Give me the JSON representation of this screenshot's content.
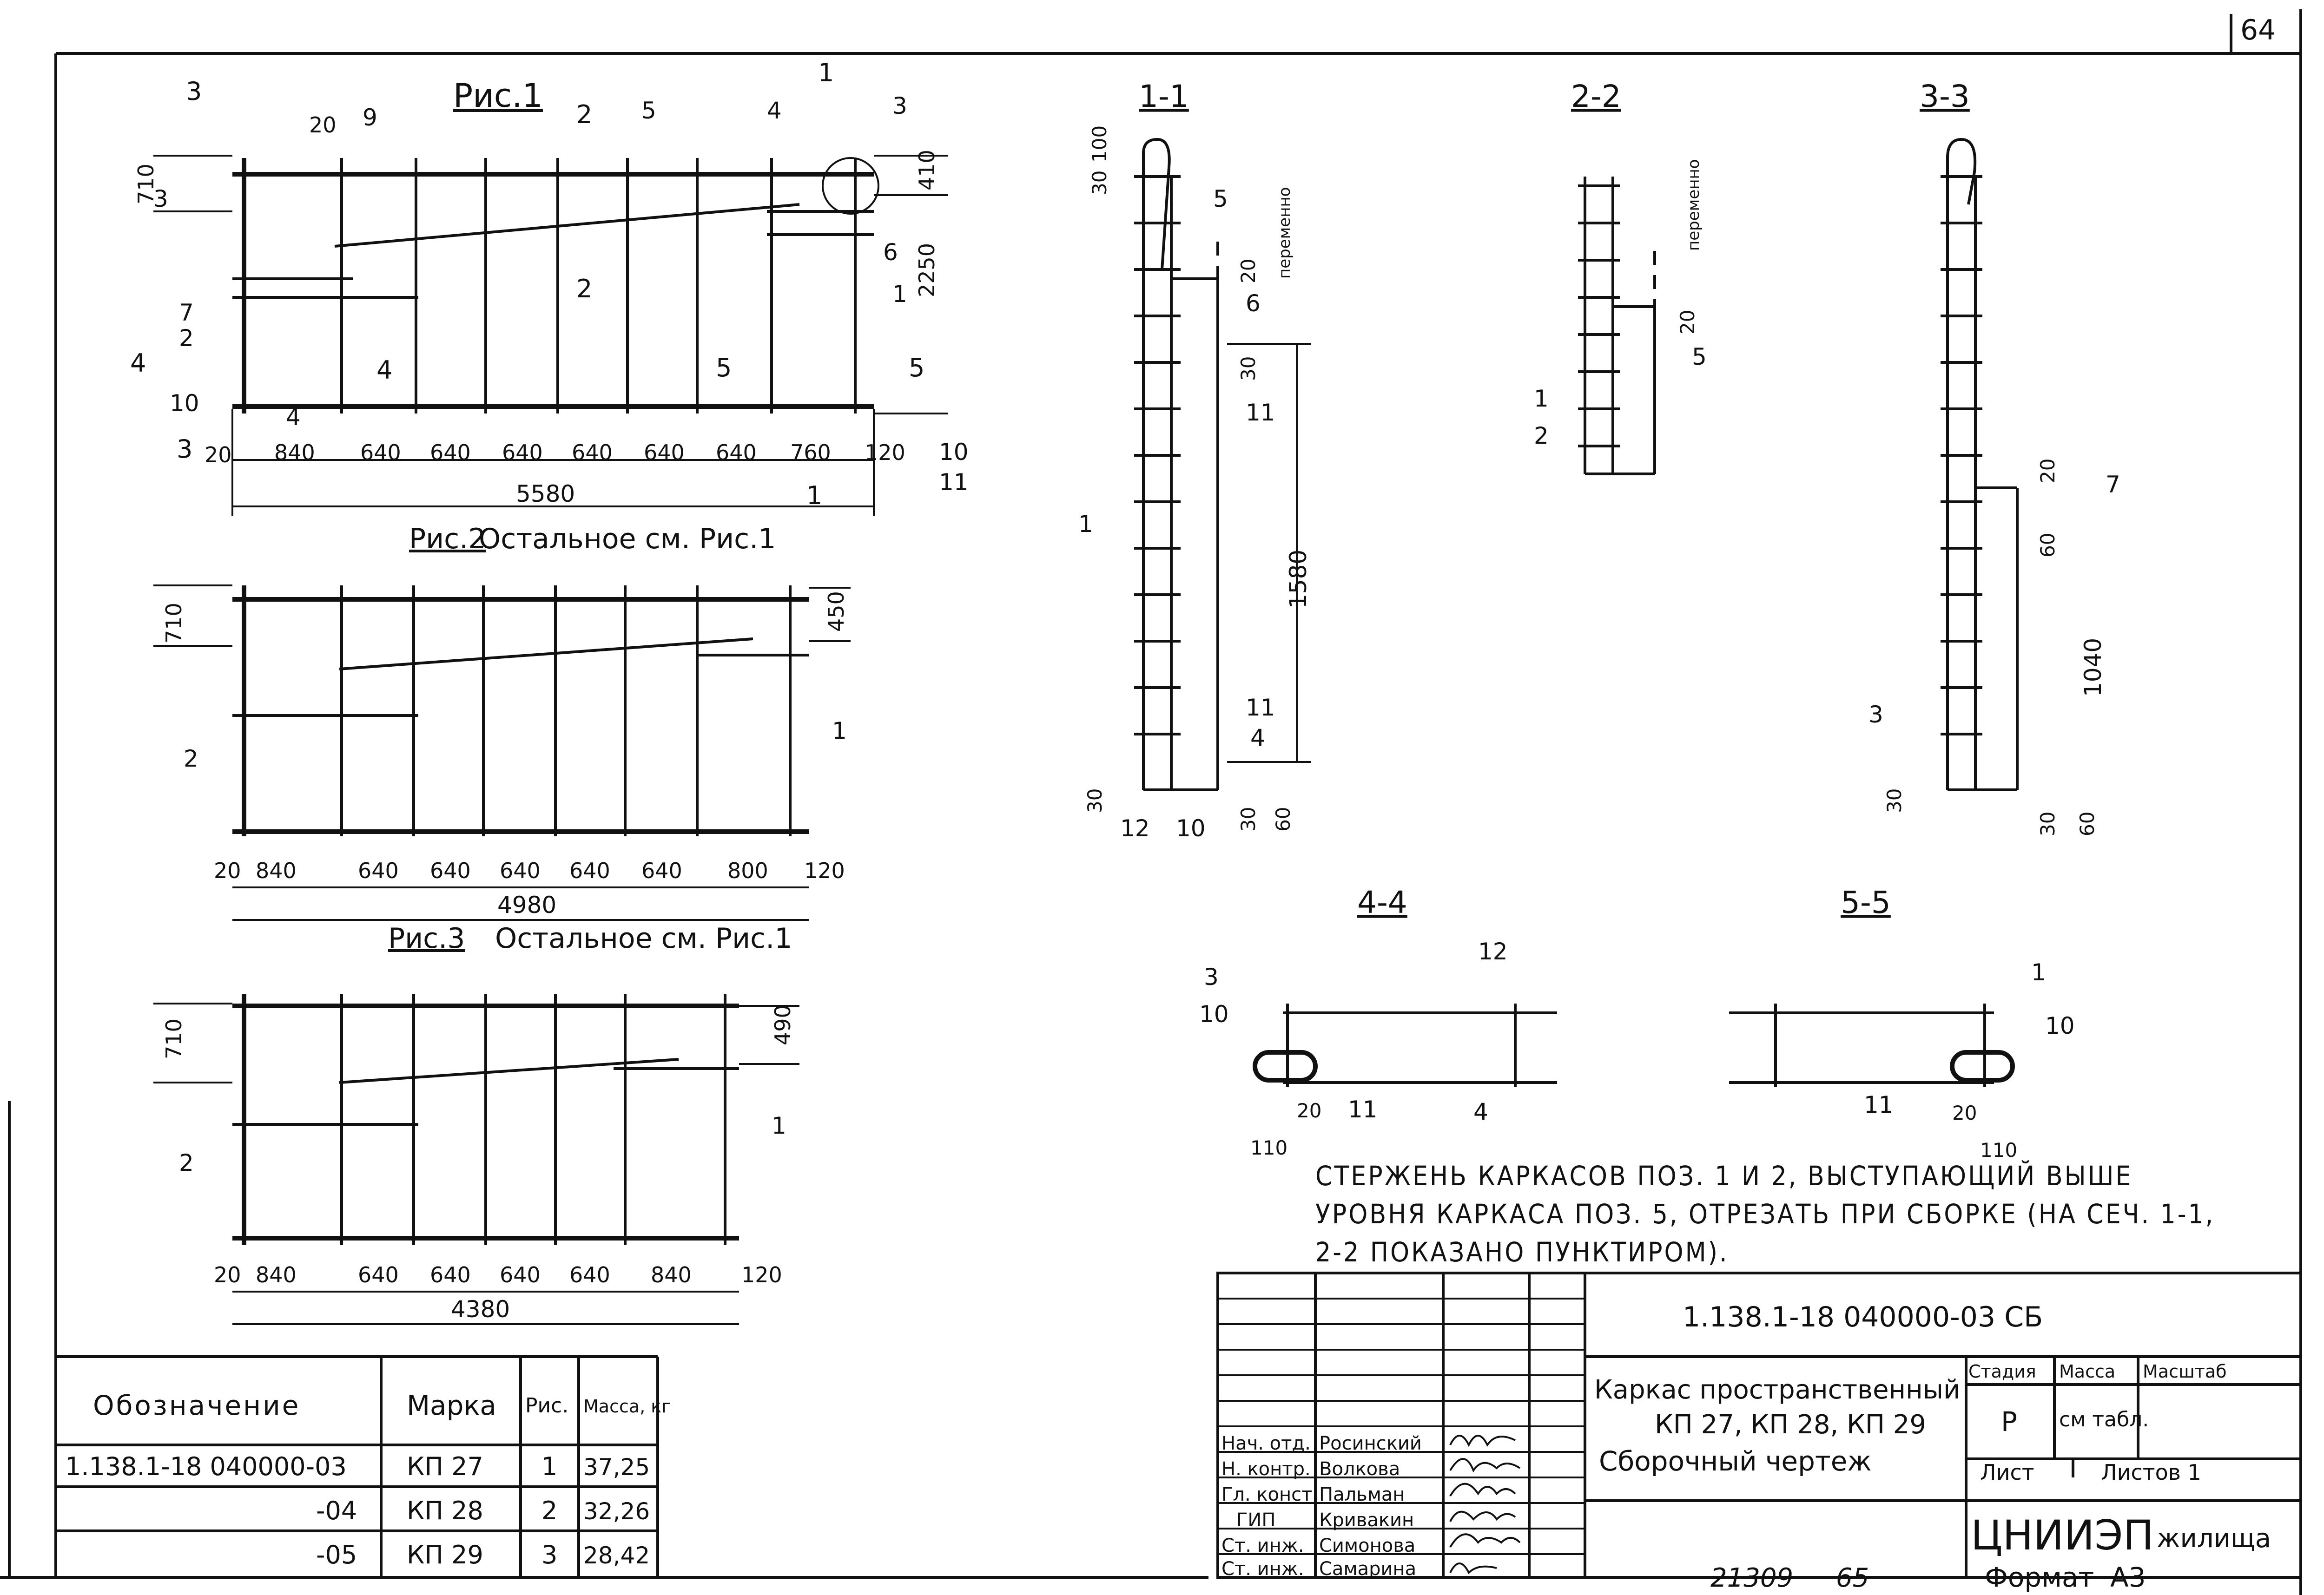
{
  "page_number": "64",
  "footer": {
    "inventory": "21309",
    "page": "65",
    "format_label": "Формат",
    "format_value": "А3"
  },
  "figures": {
    "fig1": {
      "title": "Рис.1",
      "spans": [
        "20",
        "840",
        "640",
        "640",
        "640",
        "640",
        "640",
        "640",
        "760",
        "120"
      ],
      "total": "5580",
      "heights": [
        "710",
        "410",
        "2250"
      ],
      "top_dim": "20",
      "callouts": [
        "3",
        "9",
        "5",
        "4",
        "3",
        "6",
        "1",
        "7",
        "2",
        "10",
        "4",
        "10",
        "11"
      ],
      "section_marks": [
        "3",
        "2",
        "1",
        "2",
        "4",
        "4",
        "5",
        "5",
        "3",
        "1"
      ]
    },
    "fig2": {
      "caption_label": "Рис.2",
      "caption_text": "Остальное см. Рис.1",
      "spans": [
        "20",
        "840",
        "640",
        "640",
        "640",
        "640",
        "640",
        "800",
        "120"
      ],
      "total": "4980",
      "heights": [
        "710",
        "450"
      ],
      "callouts": [
        "2",
        "1"
      ]
    },
    "fig3": {
      "caption_label": "Рис.3",
      "caption_text": "Остальное см. Рис.1",
      "spans": [
        "20",
        "840",
        "640",
        "640",
        "640",
        "640",
        "840",
        "120"
      ],
      "total": "4380",
      "heights": [
        "710",
        "490"
      ],
      "callouts": [
        "2",
        "1"
      ]
    }
  },
  "sections": {
    "s11": {
      "title": "1-1",
      "dims": [
        "30",
        "100",
        "20",
        "30",
        "1580",
        "30",
        "30",
        "60",
        "переменно"
      ],
      "callouts": [
        "5",
        "6",
        "11",
        "1",
        "11",
        "4",
        "12",
        "10"
      ]
    },
    "s22": {
      "title": "2-2",
      "dims": [
        "переменно",
        "20"
      ],
      "callouts": [
        "5",
        "1",
        "2"
      ]
    },
    "s33": {
      "title": "3-3",
      "dims": [
        "20",
        "60",
        "1040",
        "30",
        "30",
        "60"
      ],
      "callouts": [
        "7",
        "3"
      ]
    },
    "s44": {
      "title": "4-4",
      "dims": [
        "20",
        "110"
      ],
      "callouts": [
        "12",
        "3",
        "10",
        "11",
        "4"
      ]
    },
    "s55": {
      "title": "5-5",
      "dims": [
        "20",
        "110"
      ],
      "callouts": [
        "1",
        "10",
        "11"
      ]
    }
  },
  "note": "Стержень каркасов поз. 1 и 2, выступающий выше уровня каркаса поз. 5, отрезать при сборке (на сеч. 1-1, 2-2 показано пунктиром).",
  "spec_table": {
    "headers": [
      "Обозначение",
      "Марка",
      "Рис.",
      "Масса, кг"
    ],
    "rows": [
      [
        "1.138.1-18 040000-03",
        "КП 27",
        "1",
        "37,25"
      ],
      [
        "-04",
        "КП 28",
        "2",
        "32,26"
      ],
      [
        "-05",
        "КП 29",
        "3",
        "28,42"
      ]
    ]
  },
  "title_block": {
    "doc_code": "1.138.1-18 040000-03 СБ",
    "title_lines": [
      "Каркас пространственный",
      "КП 27, КП 28, КП 29",
      "Сборочный чертеж"
    ],
    "stage_label": "Стадия",
    "stage_value": "Р",
    "mass_label": "Масса",
    "mass_value": "см табл.",
    "scale_label": "Масштаб",
    "sheet_label": "Лист",
    "sheets_label": "Листов 1",
    "org": "ЦНИИЭП",
    "org_suffix": "жилища",
    "signers": [
      [
        "Нач. отд.",
        "Росинский"
      ],
      [
        "Н. контр.",
        "Волкова"
      ],
      [
        "Гл. конст.",
        "Пальман"
      ],
      [
        "ГИП",
        "Кривакин"
      ],
      [
        "Ст. инж.",
        "Симонова"
      ],
      [
        "Ст. инж.",
        "Самарина"
      ]
    ]
  }
}
